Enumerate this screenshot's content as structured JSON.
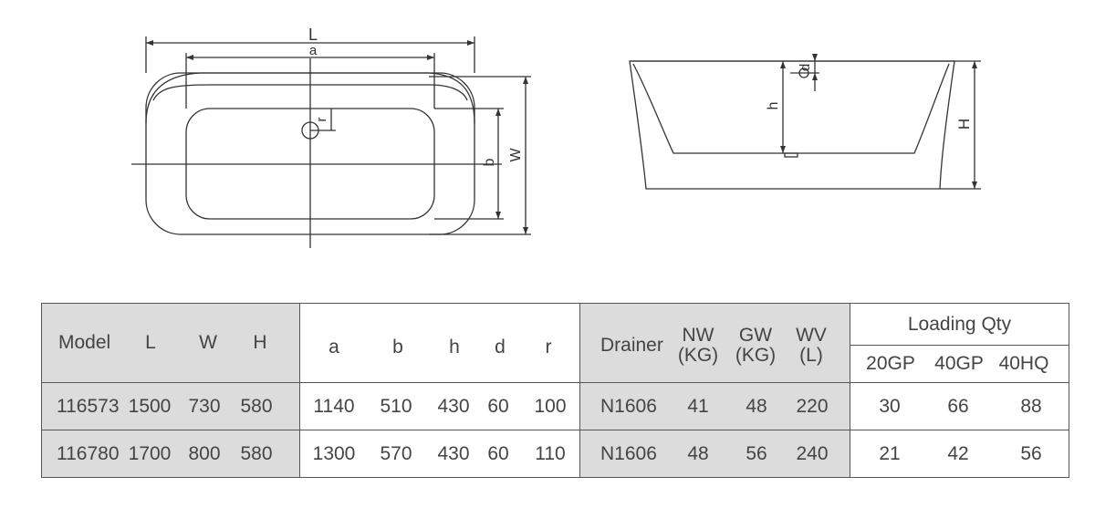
{
  "diagram": {
    "top_view": {
      "labels": {
        "L": "L",
        "a": "a",
        "b": "b",
        "W": "W",
        "r": "r"
      }
    },
    "side_view": {
      "labels": {
        "d": "d",
        "h": "h",
        "H": "H"
      }
    }
  },
  "table": {
    "group1_headers": [
      "Model",
      "L",
      "W",
      "H"
    ],
    "group2_headers": [
      "a",
      "b",
      "h",
      "d",
      "r"
    ],
    "group3_headers": {
      "drainer": "Drainer",
      "nw": [
        "NW",
        "(KG)"
      ],
      "gw": [
        "GW",
        "(KG)"
      ],
      "wv": [
        "WV",
        "(L)"
      ]
    },
    "loading": {
      "title": "Loading Qty",
      "sub": [
        "20GP",
        "40GP",
        "40HQ"
      ]
    },
    "rows": [
      {
        "model": "116573",
        "L": "1500",
        "W": "730",
        "H": "580",
        "a": "1140",
        "b": "510",
        "h": "430",
        "d": "60",
        "r": "100",
        "drainer": "N1606",
        "nw": "41",
        "gw": "48",
        "wv": "220",
        "q20": "30",
        "q40": "66",
        "q40hq": "88"
      },
      {
        "model": "116780",
        "L": "1700",
        "W": "800",
        "H": "580",
        "a": "1300",
        "b": "570",
        "h": "430",
        "d": "60",
        "r": "110",
        "drainer": "N1606",
        "nw": "48",
        "gw": "56",
        "wv": "240",
        "q20": "21",
        "q40": "42",
        "q40hq": "56"
      }
    ]
  }
}
